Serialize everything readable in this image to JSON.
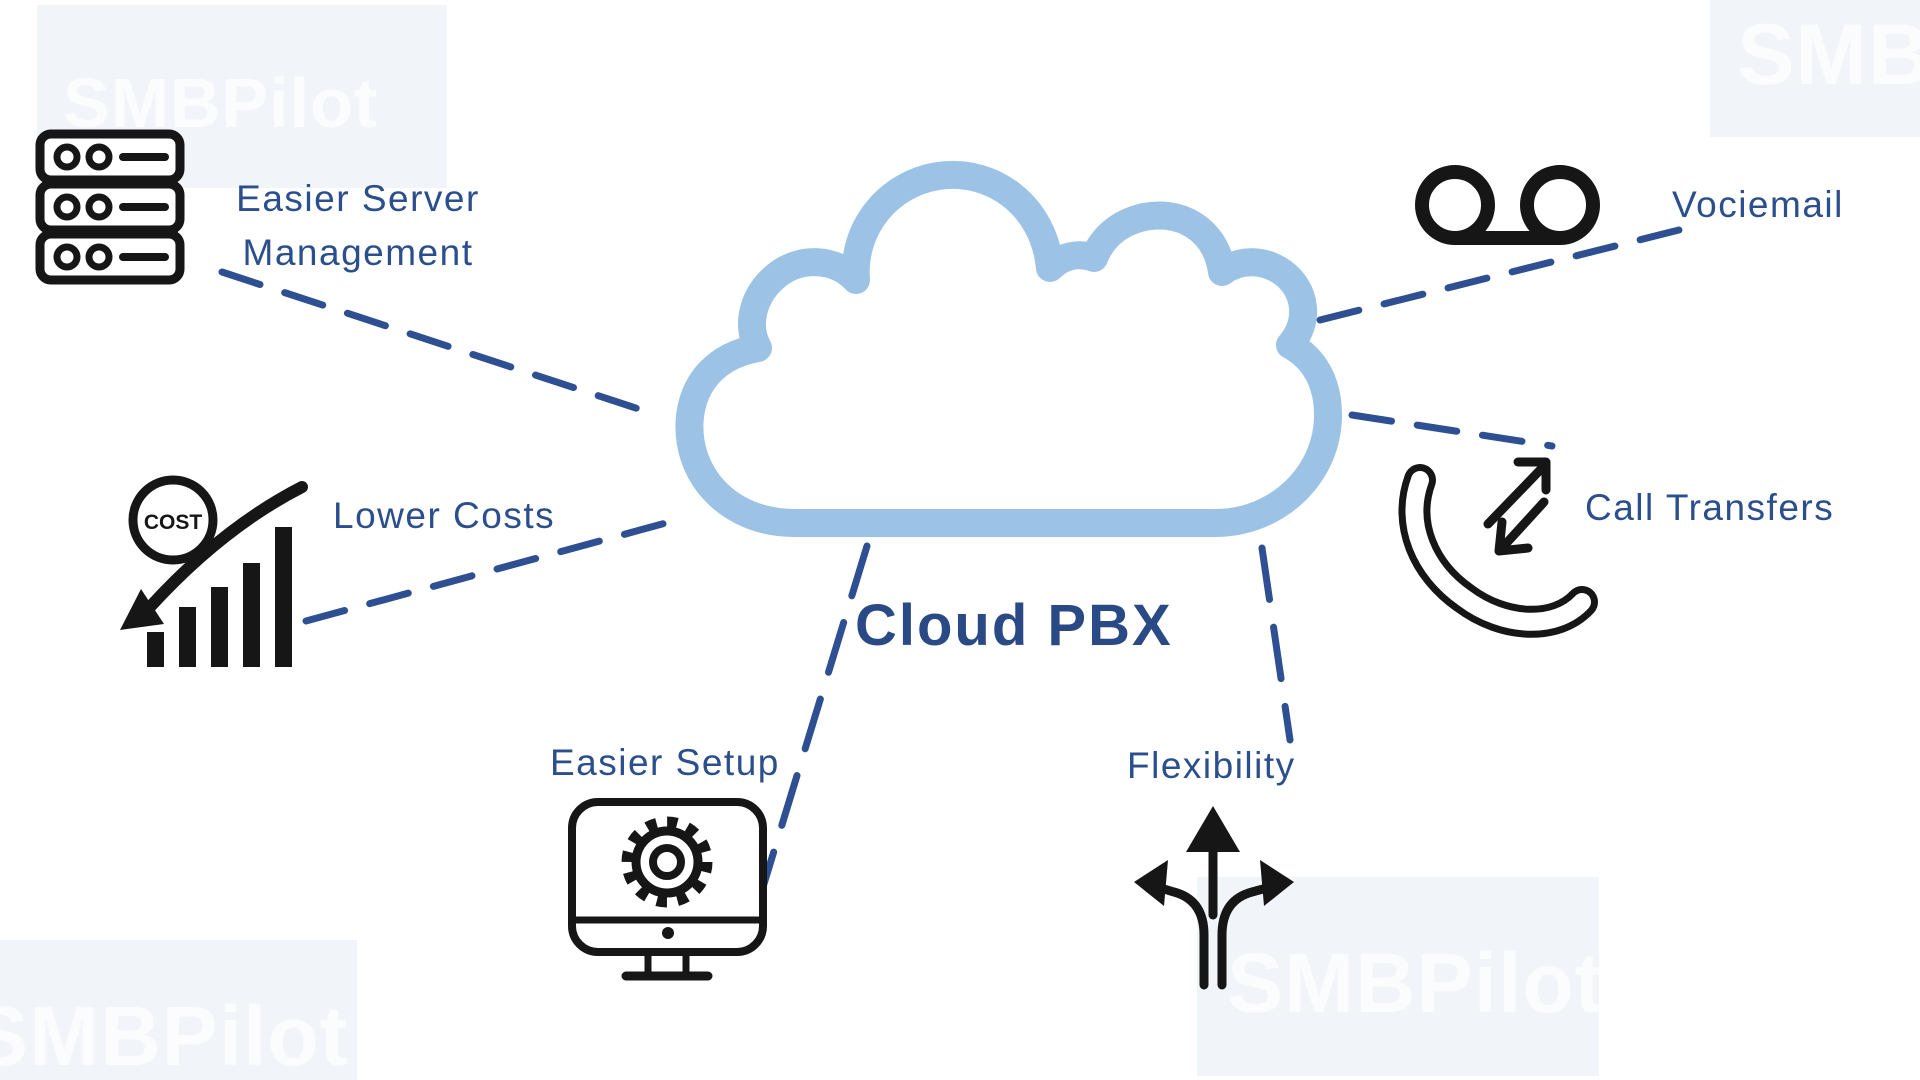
{
  "title": "Cloud PBX",
  "features": {
    "server_management": {
      "line1": "Easier Server",
      "line2": "Management"
    },
    "lower_costs": {
      "label": "Lower Costs"
    },
    "easier_setup": {
      "label": "Easier Setup"
    },
    "flexibility": {
      "label": "Flexibility"
    },
    "call_transfers": {
      "label": "Call Transfers"
    },
    "voicemail": {
      "label": "Vociemail"
    }
  },
  "icons": {
    "cost_badge_text": "COST"
  },
  "watermarks": {
    "top_left": "SMBPilot",
    "top_right": "SMB",
    "bottom_left": "SMBPilot",
    "bottom_right": "SMBPilot"
  },
  "colors": {
    "cloud_blue": "#9CC3E6",
    "label_blue": "#2B4E8C",
    "title_navy": "#2A4A85",
    "dash_blue": "#2E4F91",
    "icon_black": "#161616",
    "watermark_box": "#f1f4f8",
    "watermark_text": "#fbfcfe",
    "background": "#ffffff"
  }
}
